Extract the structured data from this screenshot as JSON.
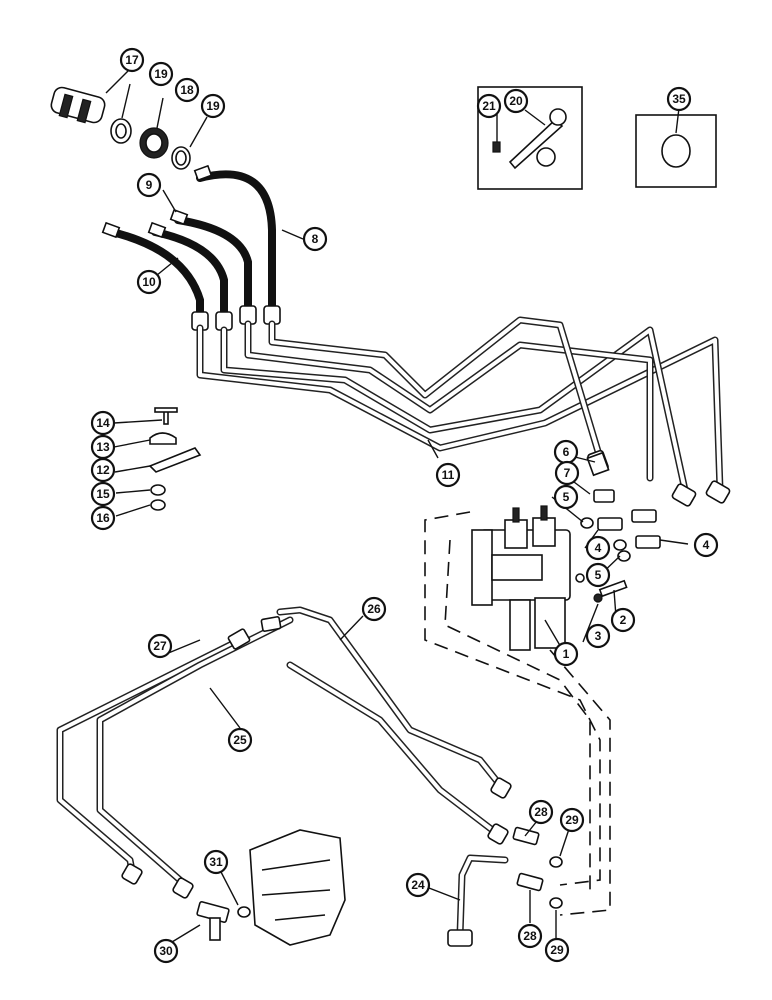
{
  "callouts": [
    {
      "id": "c1",
      "label": "1"
    },
    {
      "id": "c2",
      "label": "2"
    },
    {
      "id": "c3",
      "label": "3"
    },
    {
      "id": "c4a",
      "label": "4"
    },
    {
      "id": "c4b",
      "label": "4"
    },
    {
      "id": "c5a",
      "label": "5"
    },
    {
      "id": "c5b",
      "label": "5"
    },
    {
      "id": "c6",
      "label": "6"
    },
    {
      "id": "c7",
      "label": "7"
    },
    {
      "id": "c8",
      "label": "8"
    },
    {
      "id": "c9",
      "label": "9"
    },
    {
      "id": "c10",
      "label": "10"
    },
    {
      "id": "c11",
      "label": "11"
    },
    {
      "id": "c12",
      "label": "12"
    },
    {
      "id": "c13",
      "label": "13"
    },
    {
      "id": "c14",
      "label": "14"
    },
    {
      "id": "c15",
      "label": "15"
    },
    {
      "id": "c16",
      "label": "16"
    },
    {
      "id": "c17",
      "label": "17"
    },
    {
      "id": "c18",
      "label": "18"
    },
    {
      "id": "c19a",
      "label": "19"
    },
    {
      "id": "c19b",
      "label": "19"
    },
    {
      "id": "c20",
      "label": "20"
    },
    {
      "id": "c21",
      "label": "21"
    },
    {
      "id": "c24",
      "label": "24"
    },
    {
      "id": "c25",
      "label": "25"
    },
    {
      "id": "c26",
      "label": "26"
    },
    {
      "id": "c27",
      "label": "27"
    },
    {
      "id": "c28a",
      "label": "28"
    },
    {
      "id": "c28b",
      "label": "28"
    },
    {
      "id": "c29a",
      "label": "29"
    },
    {
      "id": "c29b",
      "label": "29"
    },
    {
      "id": "c30",
      "label": "30"
    },
    {
      "id": "c31",
      "label": "31"
    },
    {
      "id": "c35",
      "label": "35"
    }
  ]
}
